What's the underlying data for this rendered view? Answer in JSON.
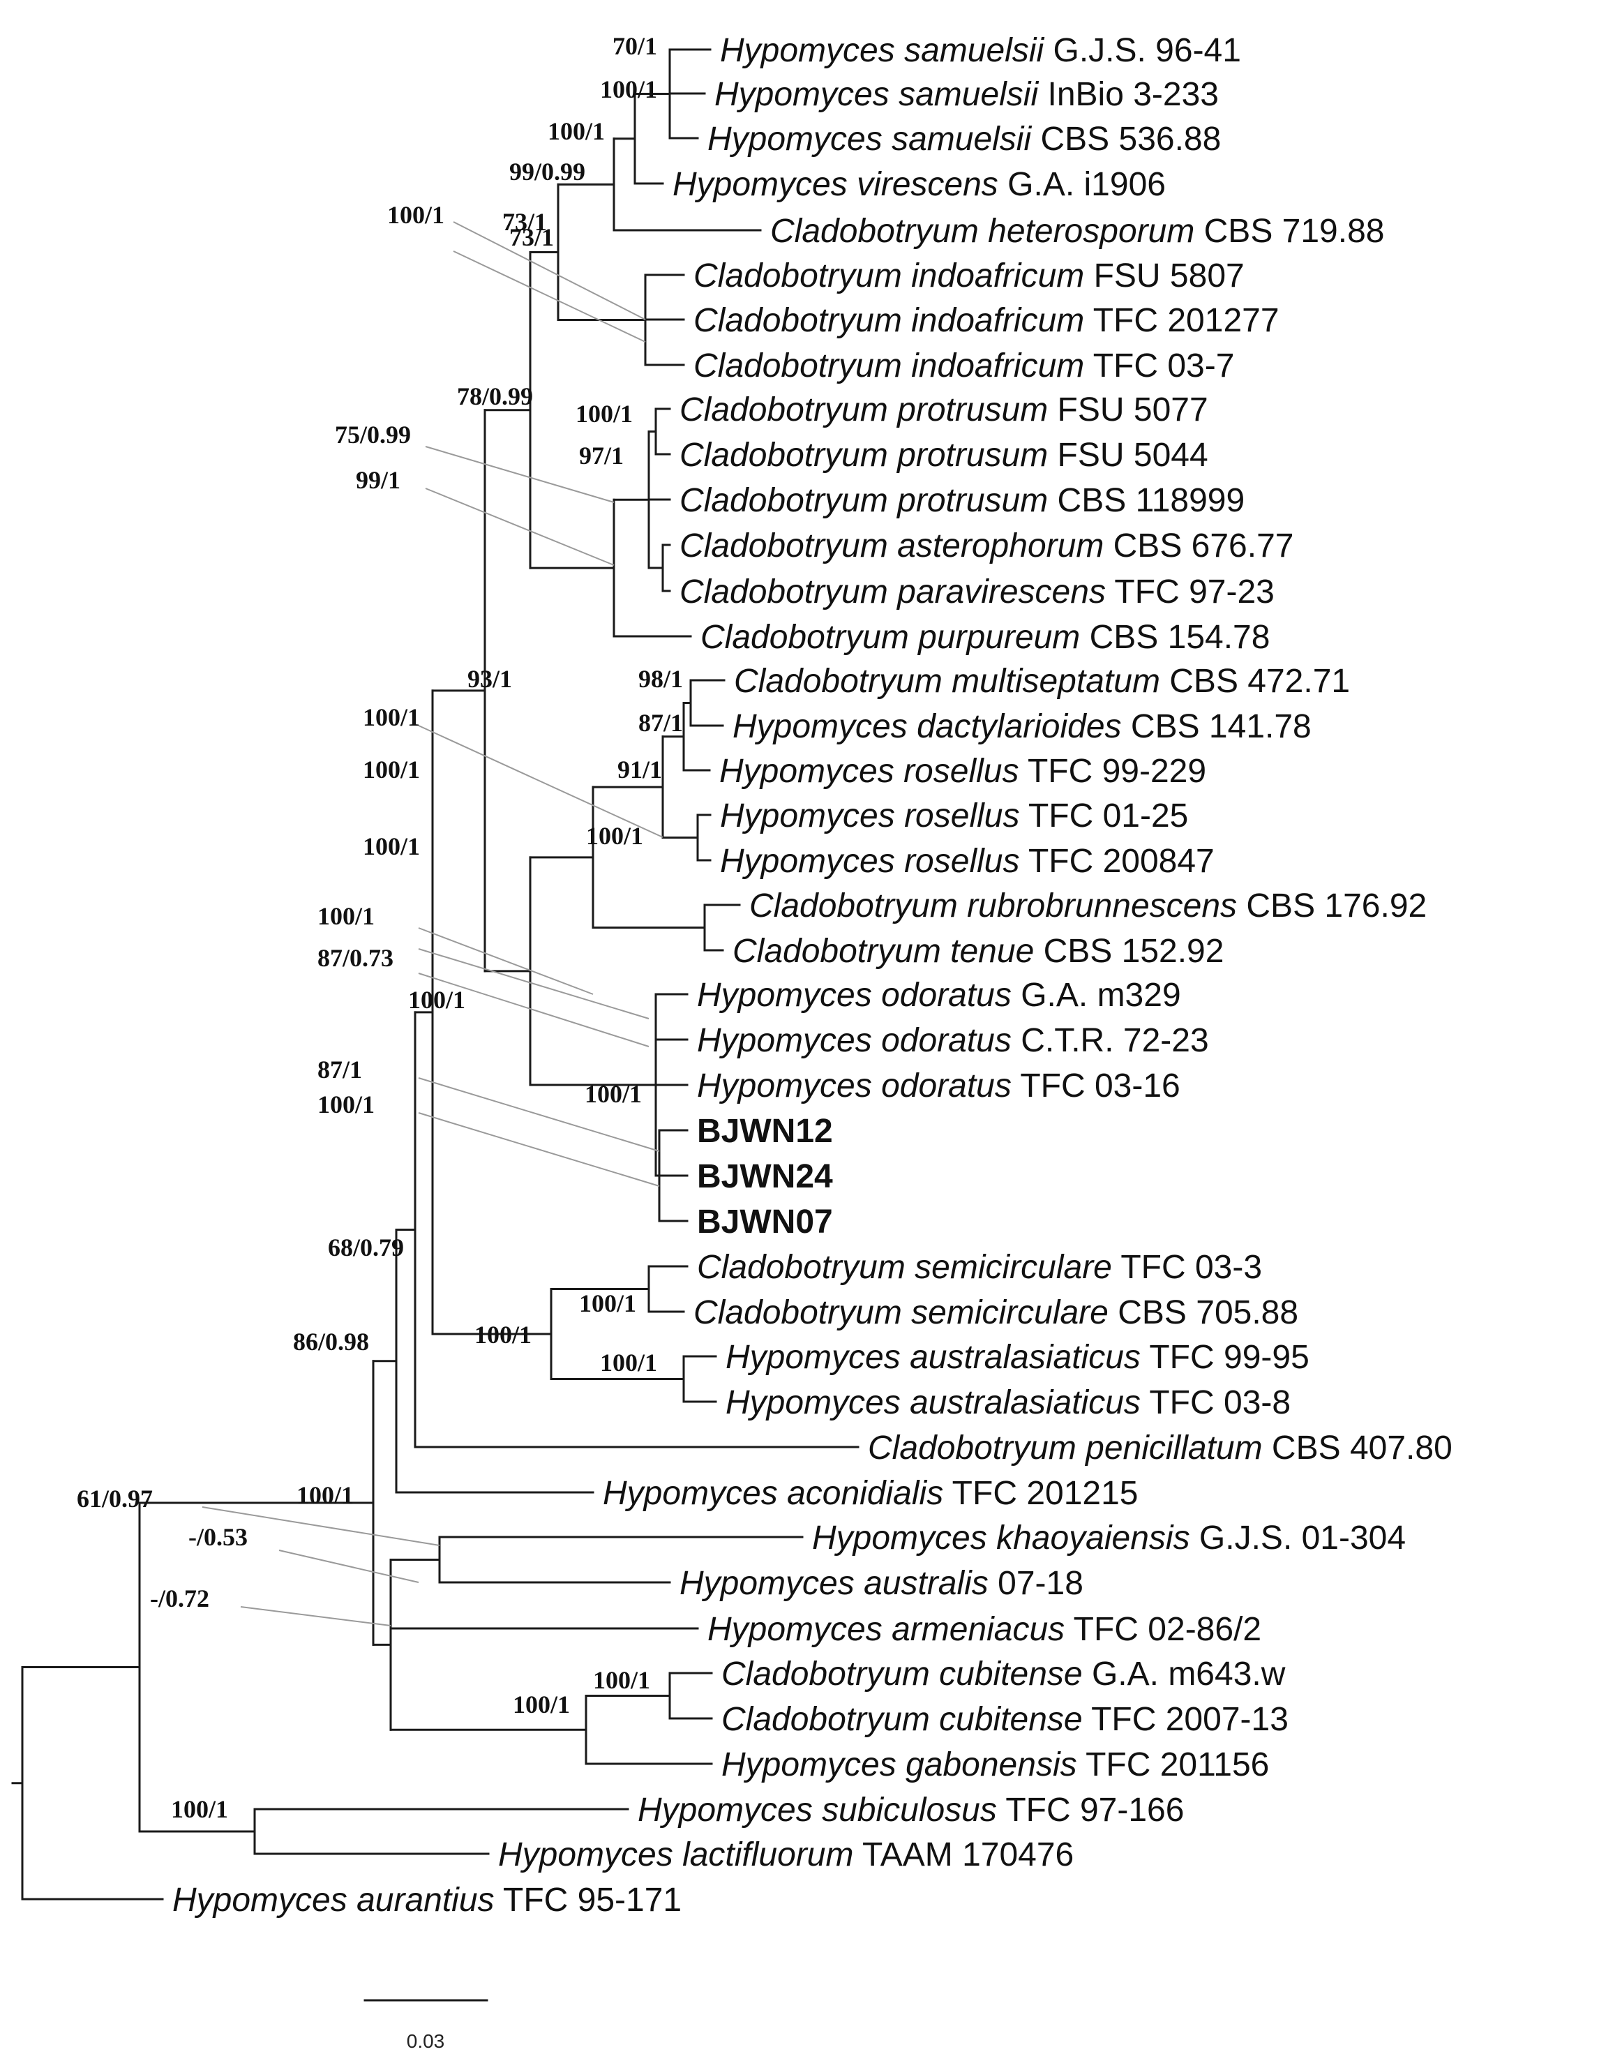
{
  "scale_bar": {
    "label": "0.03"
  },
  "taxa": [
    {
      "genus": "Hypomyces samuelsii",
      "strain": "G.J.S. 96-41"
    },
    {
      "genus": "Hypomyces samuelsii",
      "strain": "InBio 3-233"
    },
    {
      "genus": "Hypomyces samuelsii",
      "strain": "CBS 536.88"
    },
    {
      "genus": "Hypomyces virescens",
      "strain": "G.A. i1906"
    },
    {
      "genus": "Cladobotryum heterosporum",
      "strain": "CBS 719.88"
    },
    {
      "genus": "Cladobotryum indoafricum",
      "strain": "FSU 5807"
    },
    {
      "genus": "Cladobotryum indoafricum",
      "strain": "TFC 201277"
    },
    {
      "genus": "Cladobotryum indoafricum",
      "strain": "TFC 03-7"
    },
    {
      "genus": "Cladobotryum protrusum",
      "strain": "FSU 5077"
    },
    {
      "genus": "Cladobotryum protrusum",
      "strain": "FSU 5044"
    },
    {
      "genus": "Cladobotryum protrusum",
      "strain": "CBS 118999"
    },
    {
      "genus": "Cladobotryum asterophorum",
      "strain": "CBS 676.77"
    },
    {
      "genus": "Cladobotryum paravirescens",
      "strain": "TFC 97-23"
    },
    {
      "genus": "Cladobotryum purpureum",
      "strain": "CBS 154.78"
    },
    {
      "genus": "Cladobotryum multiseptatum",
      "strain": "CBS 472.71"
    },
    {
      "genus": "Hypomyces dactylarioides",
      "strain": "CBS 141.78"
    },
    {
      "genus": "Hypomyces rosellus",
      "strain": "TFC 99-229"
    },
    {
      "genus": "Hypomyces rosellus",
      "strain": "TFC 01-25"
    },
    {
      "genus": "Hypomyces rosellus",
      "strain": "TFC 200847"
    },
    {
      "genus": "Cladobotryum rubrobrunnescens",
      "strain": "CBS 176.92"
    },
    {
      "genus": "Cladobotryum tenue",
      "strain": "CBS 152.92"
    },
    {
      "genus": "Hypomyces odoratus",
      "strain": "G.A. m329"
    },
    {
      "genus": "Hypomyces odoratus",
      "strain": "C.T.R. 72-23"
    },
    {
      "genus": "Hypomyces odoratus",
      "strain": "TFC 03-16"
    },
    {
      "genus": "",
      "strain": "BJWN12",
      "bold": true
    },
    {
      "genus": "",
      "strain": "BJWN24",
      "bold": true
    },
    {
      "genus": "",
      "strain": "BJWN07",
      "bold": true
    },
    {
      "genus": "Cladobotryum semicirculare",
      "strain": "TFC 03-3"
    },
    {
      "genus": "Cladobotryum semicirculare",
      "strain": "CBS 705.88"
    },
    {
      "genus": "Hypomyces australasiaticus",
      "strain": "TFC 99-95"
    },
    {
      "genus": "Hypomyces australasiaticus",
      "strain": "TFC 03-8"
    },
    {
      "genus": "Cladobotryum penicillatum",
      "strain": "CBS 407.80"
    },
    {
      "genus": "Hypomyces aconidialis",
      "strain": "TFC 201215"
    },
    {
      "genus": "Hypomyces khaoyaiensis",
      "strain": "G.J.S. 01-304"
    },
    {
      "genus": "Hypomyces australis",
      "strain": "07-18"
    },
    {
      "genus": "Hypomyces armeniacus",
      "strain": "TFC 02-86/2"
    },
    {
      "genus": "Cladobotryum cubitense",
      "strain": "G.A. m643.w"
    },
    {
      "genus": "Cladobotryum cubitense",
      "strain": "TFC 2007-13"
    },
    {
      "genus": "Hypomyces gabonensis",
      "strain": "TFC 201156"
    },
    {
      "genus": "Hypomyces subiculosus",
      "strain": "TFC 97-166"
    },
    {
      "genus": "Hypomyces lactifluorum",
      "strain": "TAAM 170476"
    },
    {
      "genus": "Hypomyces aurantius",
      "strain": "TFC 95-171"
    }
  ],
  "support_values": [
    "70/1",
    "100/1",
    "100/1",
    "99/0.99",
    "73/1",
    "100/1",
    "73/1",
    "78/0.99",
    "100/1",
    "97/1",
    "75/0.99",
    "99/1",
    "93/1",
    "98/1",
    "87/1",
    "91/1",
    "100/1",
    "100/1",
    "100/1",
    "100/1",
    "100/1",
    "87/0.73",
    "100/1",
    "100/1",
    "87/1",
    "100/1",
    "68/0.79",
    "100/1",
    "100/1",
    "100/1",
    "86/0.98",
    "61/0.97",
    "100/1",
    "-/0.53",
    "-/0.72",
    "100/1",
    "100/1",
    "100/1"
  ]
}
